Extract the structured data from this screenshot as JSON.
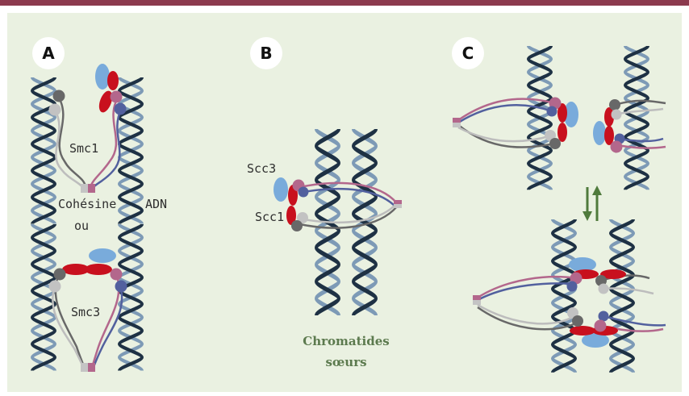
{
  "panels": {
    "a": {
      "badge": "A"
    },
    "b": {
      "badge": "B"
    },
    "c": {
      "badge": "C"
    }
  },
  "labels": {
    "smc1": "Smc1",
    "cohesine": "Cohésine",
    "ou": "ou",
    "adn": "ADN",
    "smc3": "Smc3",
    "scc3": "Scc3",
    "scc1": "Scc1",
    "chromatides": "Chromatides",
    "soeurs": "sœurs"
  },
  "colors": {
    "top_bar": "#8c3a4e",
    "panel_bg": "#eaf1e1",
    "dna_dark": "#1e3144",
    "dna_light": "#7d9ab6",
    "smc_pink": "#b3678c",
    "smc_blue": "#52609e",
    "smc_grey_dark": "#686868",
    "smc_grey_light": "#bdbdbd",
    "kleisin_red": "#c8101e",
    "scc3_blue": "#79abdb",
    "arrow_green": "#4f7a3c",
    "caption_green": "#5c7a4e"
  },
  "icons": [
    "double-helix-icon",
    "cohesin-ring-icon",
    "equilibrium-arrows-icon"
  ]
}
